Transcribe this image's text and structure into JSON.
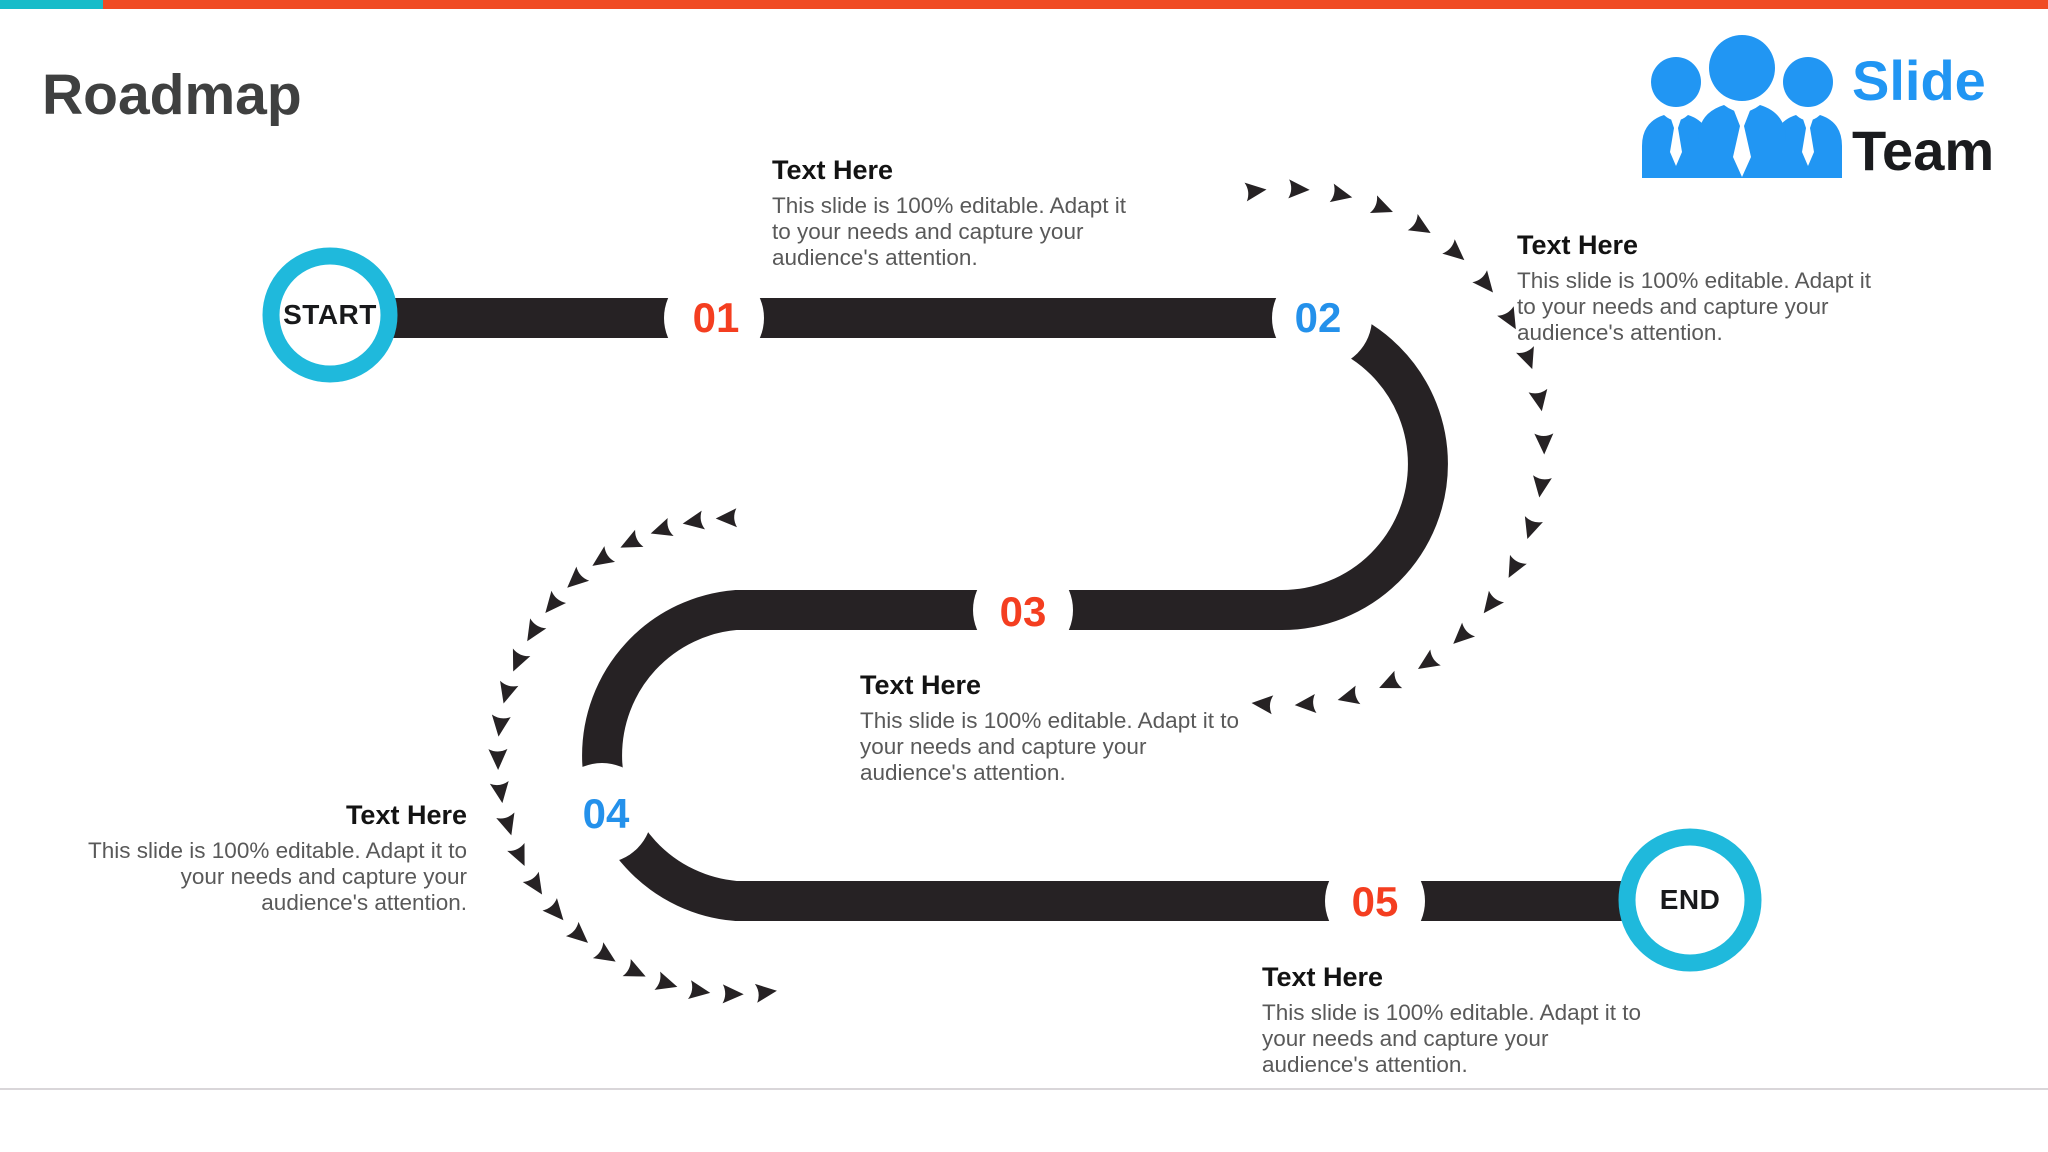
{
  "slide": {
    "title": "Roadmap",
    "logo": {
      "line1": "Slide",
      "line2": "Team"
    },
    "road": {
      "start_label": "START",
      "end_label": "END"
    },
    "milestones": [
      {
        "number": "01",
        "color": "#F43E20"
      },
      {
        "number": "02",
        "color": "#2491EB"
      },
      {
        "number": "03",
        "color": "#F43E20"
      },
      {
        "number": "04",
        "color": "#2491EB"
      },
      {
        "number": "05",
        "color": "#F43E20"
      }
    ],
    "text_blocks": [
      {
        "heading": "Text Here",
        "lines": [
          "This slide is 100% editable. Adapt it",
          "to your needs and capture your",
          "audience's attention."
        ]
      },
      {
        "heading": "Text Here",
        "lines": [
          "This slide is 100% editable. Adapt it",
          "to your needs and capture your",
          "audience's attention."
        ]
      },
      {
        "heading": "Text Here",
        "lines": [
          "This slide is 100% editable. Adapt it to",
          "your needs and capture your",
          "audience's attention."
        ]
      },
      {
        "heading": "Text Here",
        "lines": [
          "This slide is 100% editable. Adapt it to",
          "your needs and capture your",
          "audience's attention."
        ]
      },
      {
        "heading": "Text Here",
        "lines": [
          "This slide is 100% editable. Adapt it to",
          "your needs and capture your",
          "audience's attention."
        ]
      }
    ],
    "colors": {
      "road": "#262224",
      "ring_cyan": "#1FB9DC",
      "accent_red": "#F43E20",
      "accent_blue": "#2491EB",
      "bar_red": "#F04B24",
      "bar_cyan": "#17BCC9",
      "title": "#3F4040",
      "body_text": "#595959",
      "logo_blue": "#2196F3",
      "logo_dark": "#1A1B1E"
    }
  }
}
